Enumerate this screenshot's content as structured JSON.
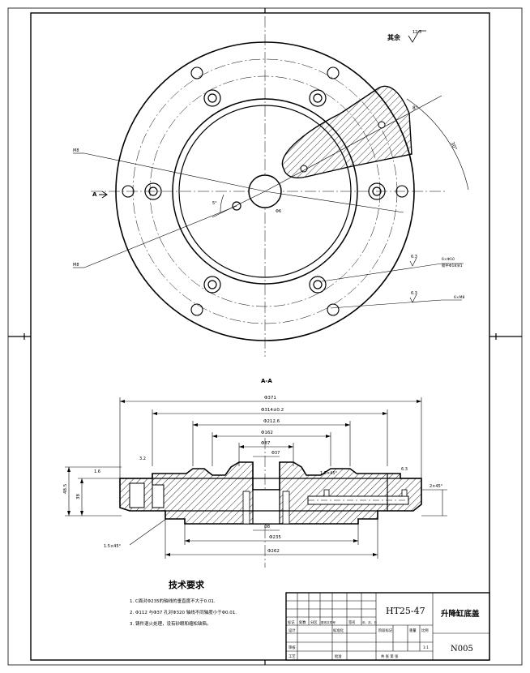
{
  "drawing": {
    "top_view": {
      "surface_finish": "其余",
      "surface_finish_value": "12.5",
      "section_marker": "A",
      "leader_labels": [
        "M8",
        "M8",
        "Φ10",
        "6.3",
        "6.3"
      ],
      "note_right_1a": "6×Φ10",
      "note_right_1b": "锪平Φ18深1",
      "note_right_2": "6×M8"
    },
    "section_view": {
      "label": "A-A",
      "dims": {
        "overall_dia": "Φ371",
        "bolt_circle": "Φ314±0.2",
        "dia_2": "Φ212.6",
        "dia_3": "Φ162",
        "dia_4": "Φ87",
        "dia_5": "Φ37",
        "bottom_1": "Φ235",
        "bottom_2": "Φ262",
        "bottom_3": "Φ8",
        "height_1": "48.5",
        "height_2": "38",
        "chamfer_1": "1.5×45°",
        "chamfer_2": "1.5×45°",
        "chamfer_3": "2×45°",
        "roughness_1": "1.6",
        "roughness_2": "3.2",
        "roughness_3": "6.3"
      }
    },
    "tech_req": {
      "title": "技术要求",
      "items": [
        "1. C面对Φ235的轴线的垂直度不大于0.01.",
        "2. Φ112  与Φ37  孔对Φ320  轴线不同轴度小于Φ0.01.",
        "3. 铸件退火处理，没有砂眼和缩松缺陷。"
      ]
    },
    "title_block": {
      "material": "HT25-47",
      "part_name": "升降缸底盖",
      "drawing_no": "N005",
      "col_headers": [
        "标记",
        "处数",
        "分区",
        "更改文件号",
        "签名",
        "年、月、日"
      ],
      "row_design": "设计",
      "row_std": "标准化",
      "row_review": "审核",
      "row_process": "工艺",
      "row_approve": "批准",
      "stage_labels": [
        "阶段标记",
        "重量",
        "比例"
      ],
      "scale": "1:1",
      "sheet_info": "共 张  第 张"
    }
  }
}
